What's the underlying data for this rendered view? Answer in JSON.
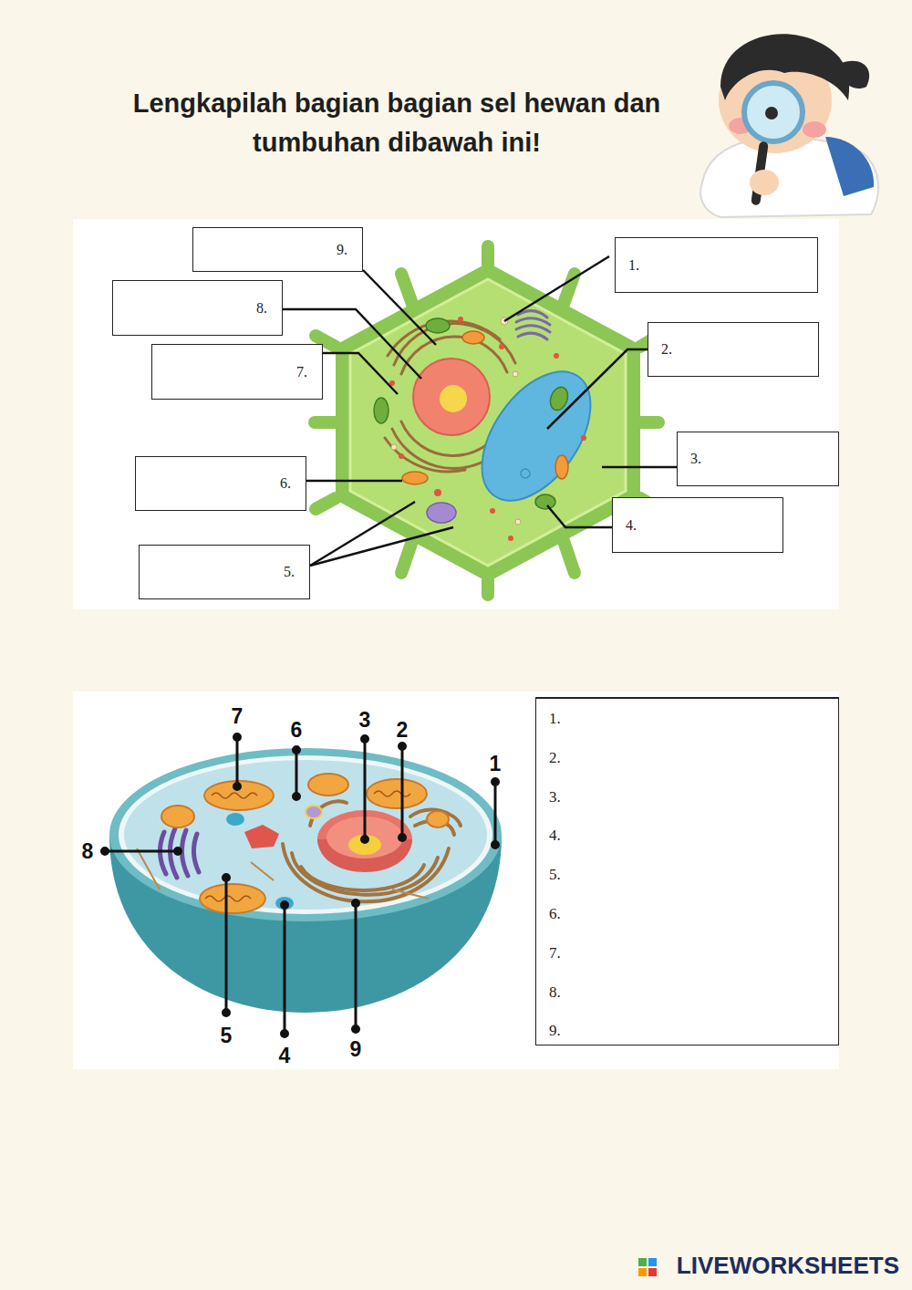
{
  "diagram": {
    "title": "Lengkapilah bagian bagian sel hewan dan tumbuhan dibawah ini!",
    "nodes": [
      {
        "text": [
          "9."
        ]
      },
      {
        "text": [
          "1."
        ]
      },
      {
        "text": [
          "8."
        ]
      },
      {
        "text": [
          "2."
        ]
      },
      {
        "text": [
          "7."
        ]
      },
      {
        "text": [
          "3."
        ]
      },
      {
        "text": [
          "6."
        ]
      },
      {
        "text": [
          "4."
        ]
      },
      {
        "text": [
          "5."
        ]
      },
      {
        "text": [
          "1.",
          "2.",
          "3.",
          "4.",
          "5.",
          "6.",
          "7.",
          "8.",
          "9."
        ]
      }
    ],
    "labels": [
      "7",
      "6",
      "3",
      "2",
      "1",
      "8",
      "5",
      "4",
      "9",
      "LIVEWORKSHEETS"
    ]
  }
}
